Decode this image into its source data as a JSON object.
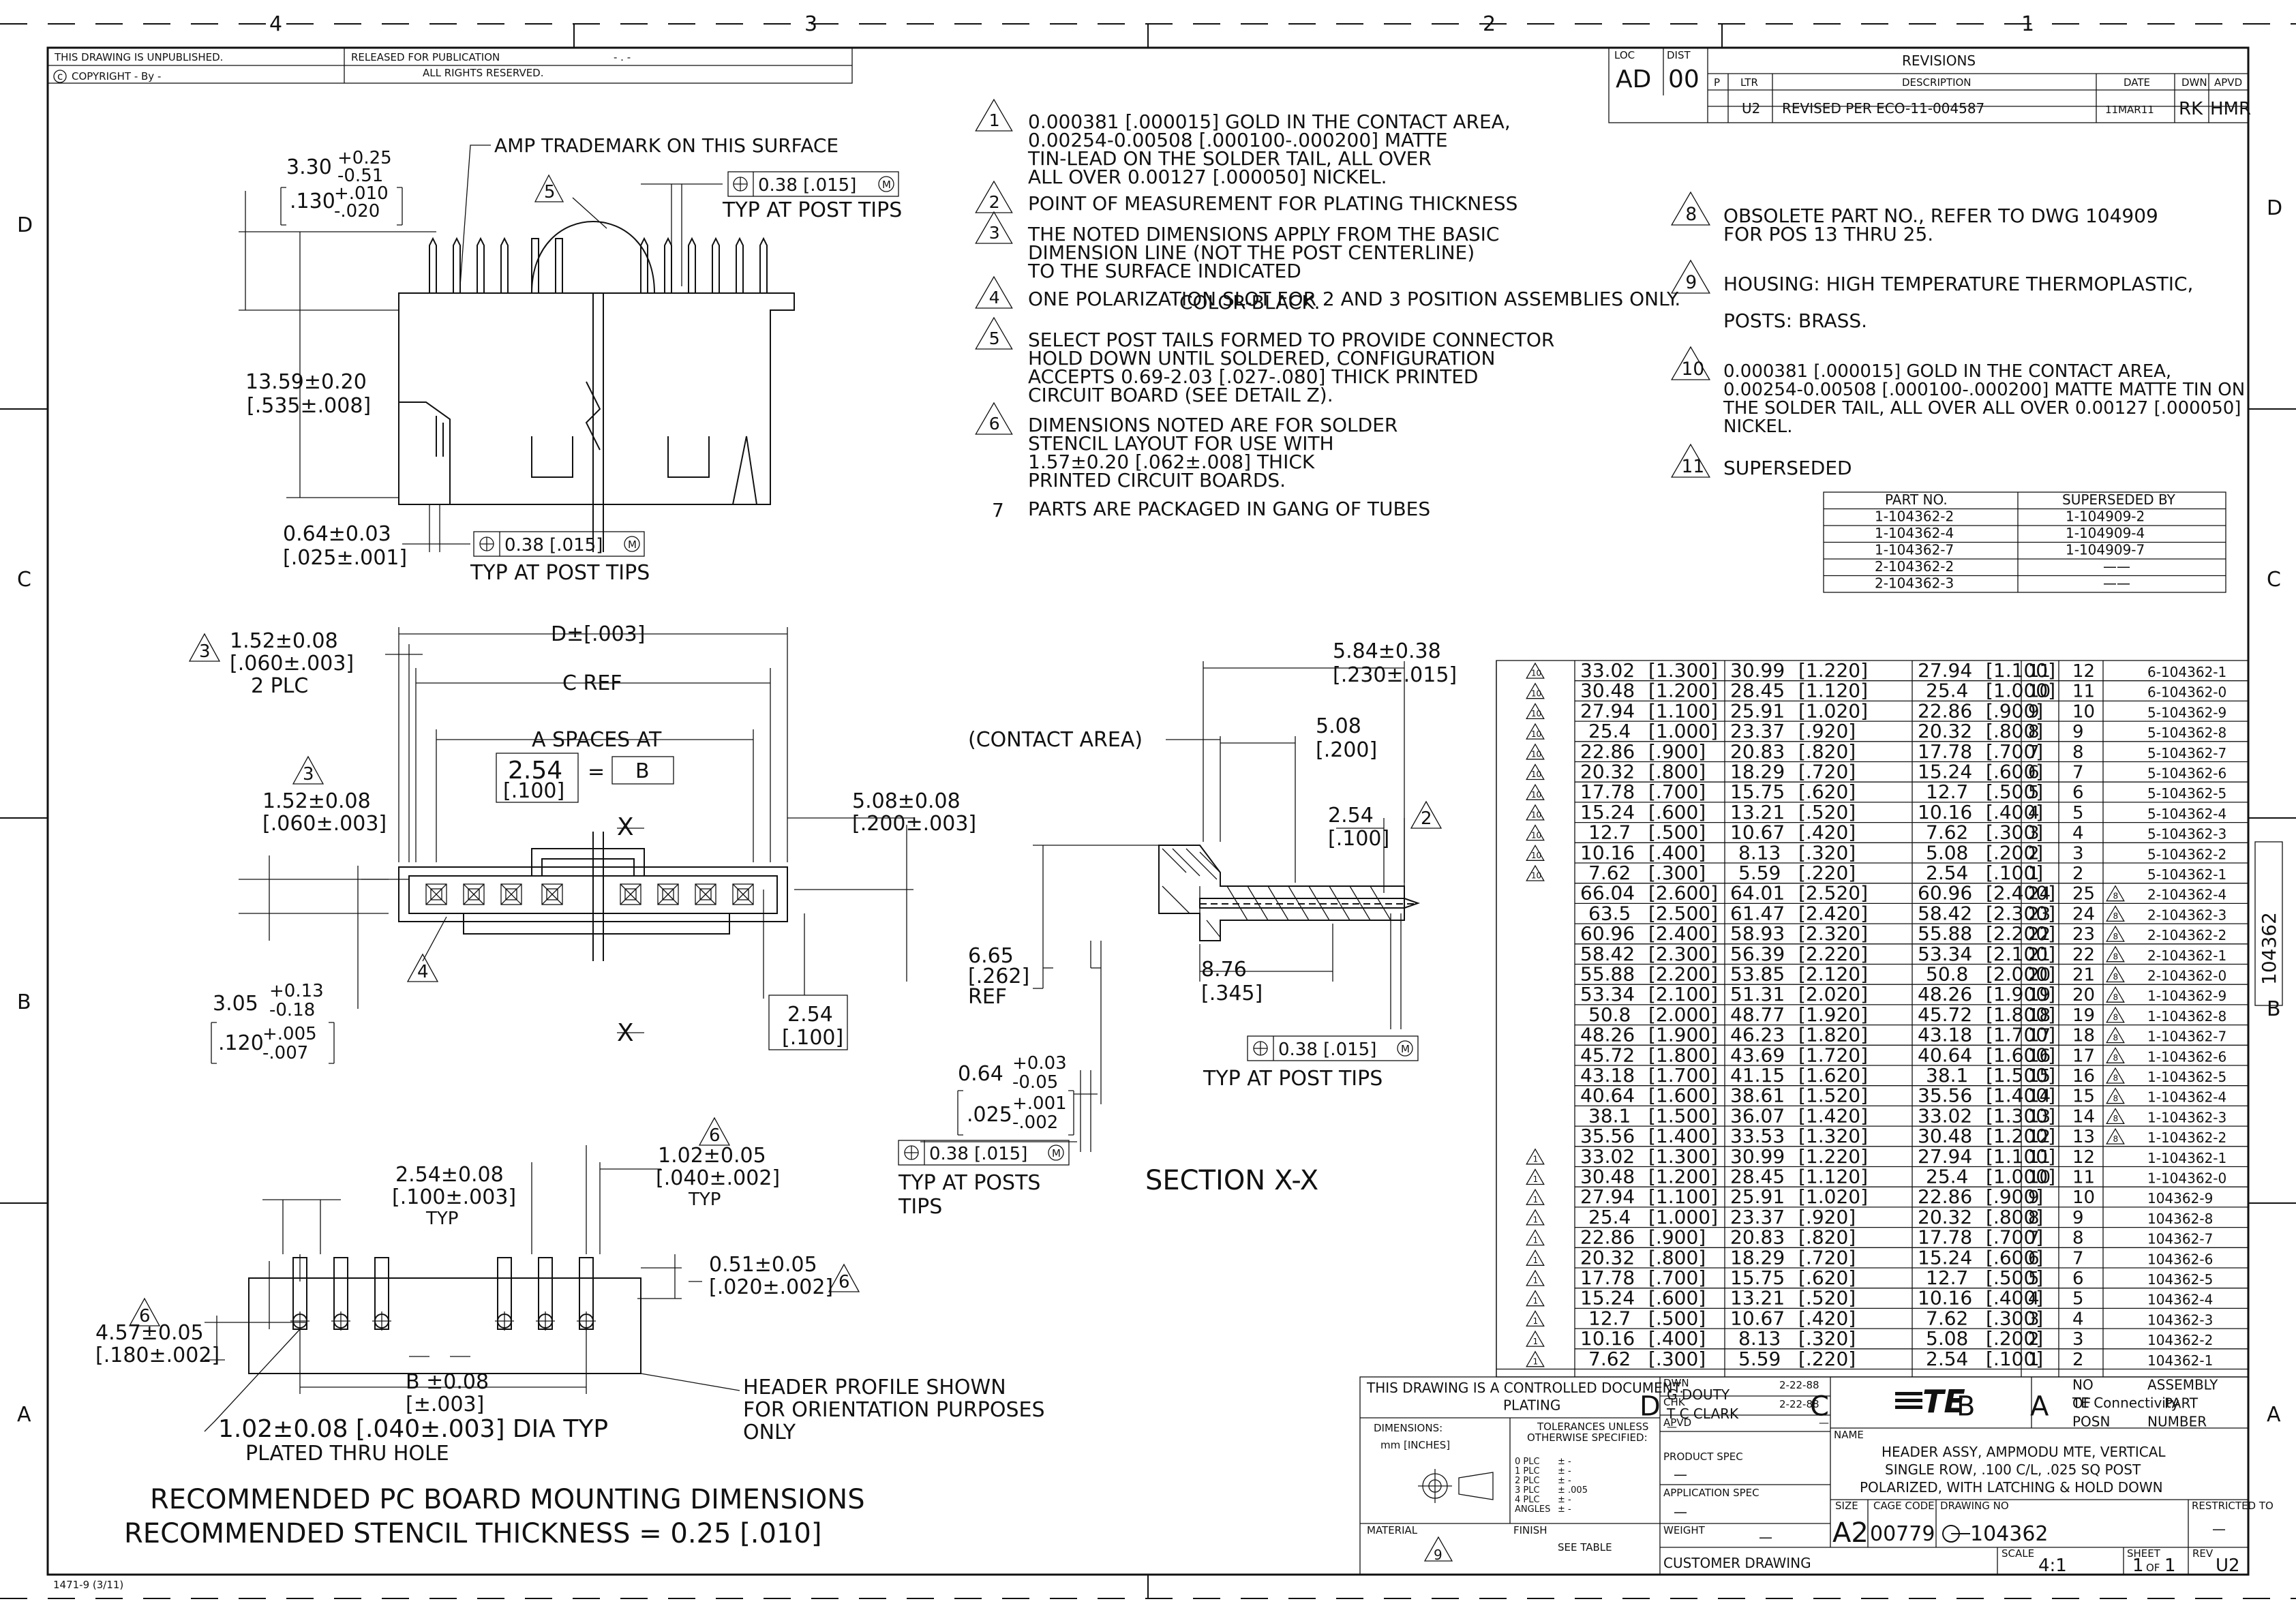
{
  "border": {
    "zones_top": [
      "4",
      "3",
      "2",
      "1"
    ],
    "zones_side": [
      "D",
      "C",
      "B",
      "A"
    ],
    "form_id": "1471-9 (3/11)"
  },
  "header_block": {
    "unpublished": "THIS DRAWING IS UNPUBLISHED.",
    "released": "RELEASED FOR PUBLICATION",
    "dash": "- . -",
    "copyright": "COPYRIGHT  -    By -",
    "rights": "ALL RIGHTS RESERVED."
  },
  "revisions": {
    "loc_label": "LOC",
    "loc": "AD",
    "dist_label": "DIST",
    "dist": "00",
    "title": "REVISIONS",
    "headers": [
      "P",
      "LTR",
      "DESCRIPTION",
      "DATE",
      "DWN",
      "APVD"
    ],
    "row": {
      "ltr": "U2",
      "desc": "REVISED PER ECO-11-004587",
      "date": "11MAR11",
      "dwn": "RK",
      "apvd": "HMR"
    }
  },
  "notes": [
    {
      "num": "1",
      "lines": [
        "0.000381 [.000015] GOLD IN THE CONTACT AREA,",
        "0.00254-0.00508 [.000100-.000200] MATTE",
        "TIN-LEAD ON THE SOLDER TAIL, ALL OVER",
        "ALL OVER 0.00127 [.000050] NICKEL."
      ]
    },
    {
      "num": "2",
      "lines": [
        "POINT OF MEASUREMENT FOR PLATING THICKNESS"
      ]
    },
    {
      "num": "3",
      "lines": [
        "THE NOTED DIMENSIONS APPLY FROM THE BASIC",
        "DIMENSION LINE (NOT THE POST CENTERLINE)",
        "TO THE SURFACE INDICATED"
      ]
    },
    {
      "num": "4",
      "lines": [
        "ONE POLARIZATION SLOT FOR 2 AND 3 POSITION ASSEMBLIES ONLY."
      ]
    },
    {
      "num": "5",
      "lines": [
        "SELECT POST TAILS FORMED TO PROVIDE CONNECTOR",
        "HOLD DOWN UNTIL SOLDERED, CONFIGURATION",
        "ACCEPTS 0.69-2.03 [.027-.080] THICK PRINTED",
        "CIRCUIT BOARD (SEE DETAIL Z)."
      ]
    },
    {
      "num": "6",
      "lines": [
        "DIMENSIONS NOTED ARE FOR SOLDER",
        "STENCIL LAYOUT FOR USE WITH",
        "1.57±0.20 [.062±.008] THICK",
        "PRINTED CIRCUIT BOARDS."
      ]
    },
    {
      "num": "7",
      "lines": [
        "PARTS ARE PACKAGED IN GANG OF TUBES"
      ]
    }
  ],
  "notes_right": [
    {
      "num": "8",
      "lines": [
        "OBSOLETE PART NO., REFER TO DWG 104909",
        "FOR POS 13 THRU 25."
      ]
    },
    {
      "num": "9",
      "lines": [
        "HOUSING: HIGH TEMPERATURE THERMOPLASTIC,",
        "COLOR-BLACK.",
        "POSTS: BRASS."
      ]
    },
    {
      "num": "10",
      "lines": [
        "0.000381 [.000015] GOLD IN THE CONTACT AREA,",
        "0.00254-0.00508 [.000100-.000200] MATTE MATTE TIN ON",
        "THE SOLDER TAIL, ALL OVER ALL OVER 0.00127 [.000050]",
        "NICKEL."
      ]
    },
    {
      "num": "11",
      "lines": [
        "SUPERSEDED"
      ]
    }
  ],
  "superseded_table": {
    "headers": [
      "PART NO.",
      "SUPERSEDED BY"
    ],
    "rows": [
      [
        "1-104362-2",
        "1-104909-2"
      ],
      [
        "1-104362-4",
        "1-104909-4"
      ],
      [
        "1-104362-7",
        "1-104909-7"
      ],
      [
        "2-104362-2",
        "——"
      ],
      [
        "2-104362-3",
        "——"
      ]
    ]
  },
  "side_tab": "104362",
  "part_table": {
    "rows": [
      [
        "10",
        "33.02",
        "[1.300]",
        "30.99",
        "[1.220]",
        "27.94",
        "[1.100]",
        "11",
        "12",
        "",
        "6-104362-1"
      ],
      [
        "10",
        "30.48",
        "[1.200]",
        "28.45",
        "[1.120]",
        "25.4",
        "[1.000]",
        "10",
        "11",
        "",
        "6-104362-0"
      ],
      [
        "10",
        "27.94",
        "[1.100]",
        "25.91",
        "[1.020]",
        "22.86",
        "[.900]",
        "9",
        "10",
        "",
        "5-104362-9"
      ],
      [
        "10",
        "25.4",
        "[1.000]",
        "23.37",
        "[.920]",
        "20.32",
        "[.800]",
        "8",
        "9",
        "",
        "5-104362-8"
      ],
      [
        "10",
        "22.86",
        "[.900]",
        "20.83",
        "[.820]",
        "17.78",
        "[.700]",
        "7",
        "8",
        "",
        "5-104362-7"
      ],
      [
        "10",
        "20.32",
        "[.800]",
        "18.29",
        "[.720]",
        "15.24",
        "[.600]",
        "6",
        "7",
        "",
        "5-104362-6"
      ],
      [
        "10",
        "17.78",
        "[.700]",
        "15.75",
        "[.620]",
        "12.7",
        "[.500]",
        "5",
        "6",
        "",
        "5-104362-5"
      ],
      [
        "10",
        "15.24",
        "[.600]",
        "13.21",
        "[.520]",
        "10.16",
        "[.400]",
        "4",
        "5",
        "",
        "5-104362-4"
      ],
      [
        "10",
        "12.7",
        "[.500]",
        "10.67",
        "[.420]",
        "7.62",
        "[.300]",
        "3",
        "4",
        "",
        "5-104362-3"
      ],
      [
        "10",
        "10.16",
        "[.400]",
        "8.13",
        "[.320]",
        "5.08",
        "[.200]",
        "2",
        "3",
        "",
        "5-104362-2"
      ],
      [
        "10",
        "7.62",
        "[.300]",
        "5.59",
        "[.220]",
        "2.54",
        "[.100]",
        "1",
        "2",
        "",
        "5-104362-1"
      ],
      [
        "",
        "66.04",
        "[2.600]",
        "64.01",
        "[2.520]",
        "60.96",
        "[2.400]",
        "24",
        "25",
        "8",
        "2-104362-4"
      ],
      [
        "",
        "63.5",
        "[2.500]",
        "61.47",
        "[2.420]",
        "58.42",
        "[2.300]",
        "23",
        "24",
        "8",
        "2-104362-3"
      ],
      [
        "",
        "60.96",
        "[2.400]",
        "58.93",
        "[2.320]",
        "55.88",
        "[2.200]",
        "22",
        "23",
        "8",
        "2-104362-2"
      ],
      [
        "",
        "58.42",
        "[2.300]",
        "56.39",
        "[2.220]",
        "53.34",
        "[2.100]",
        "21",
        "22",
        "8",
        "2-104362-1"
      ],
      [
        "",
        "55.88",
        "[2.200]",
        "53.85",
        "[2.120]",
        "50.8",
        "[2.000]",
        "20",
        "21",
        "8",
        "2-104362-0"
      ],
      [
        "",
        "53.34",
        "[2.100]",
        "51.31",
        "[2.020]",
        "48.26",
        "[1.900]",
        "19",
        "20",
        "8",
        "1-104362-9"
      ],
      [
        "",
        "50.8",
        "[2.000]",
        "48.77",
        "[1.920]",
        "45.72",
        "[1.800]",
        "18",
        "19",
        "8",
        "1-104362-8"
      ],
      [
        "",
        "48.26",
        "[1.900]",
        "46.23",
        "[1.820]",
        "43.18",
        "[1.700]",
        "17",
        "18",
        "8",
        "1-104362-7"
      ],
      [
        "",
        "45.72",
        "[1.800]",
        "43.69",
        "[1.720]",
        "40.64",
        "[1.600]",
        "16",
        "17",
        "8",
        "1-104362-6"
      ],
      [
        "",
        "43.18",
        "[1.700]",
        "41.15",
        "[1.620]",
        "38.1",
        "[1.500]",
        "15",
        "16",
        "8",
        "1-104362-5"
      ],
      [
        "",
        "40.64",
        "[1.600]",
        "38.61",
        "[1.520]",
        "35.56",
        "[1.400]",
        "14",
        "15",
        "8",
        "1-104362-4"
      ],
      [
        "",
        "38.1",
        "[1.500]",
        "36.07",
        "[1.420]",
        "33.02",
        "[1.300]",
        "13",
        "14",
        "8",
        "1-104362-3"
      ],
      [
        "",
        "35.56",
        "[1.400]",
        "33.53",
        "[1.320]",
        "30.48",
        "[1.200]",
        "12",
        "13",
        "8",
        "1-104362-2"
      ],
      [
        "1",
        "33.02",
        "[1.300]",
        "30.99",
        "[1.220]",
        "27.94",
        "[1.100]",
        "11",
        "12",
        "",
        "1-104362-1"
      ],
      [
        "1",
        "30.48",
        "[1.200]",
        "28.45",
        "[1.120]",
        "25.4",
        "[1.000]",
        "10",
        "11",
        "",
        "1-104362-0"
      ],
      [
        "1",
        "27.94",
        "[1.100]",
        "25.91",
        "[1.020]",
        "22.86",
        "[.900]",
        "9",
        "10",
        "",
        "104362-9"
      ],
      [
        "1",
        "25.4",
        "[1.000]",
        "23.37",
        "[.920]",
        "20.32",
        "[.800]",
        "8",
        "9",
        "",
        "104362-8"
      ],
      [
        "1",
        "22.86",
        "[.900]",
        "20.83",
        "[.820]",
        "17.78",
        "[.700]",
        "7",
        "8",
        "",
        "104362-7"
      ],
      [
        "1",
        "20.32",
        "[.800]",
        "18.29",
        "[.720]",
        "15.24",
        "[.600]",
        "6",
        "7",
        "",
        "104362-6"
      ],
      [
        "1",
        "17.78",
        "[.700]",
        "15.75",
        "[.620]",
        "12.7",
        "[.500]",
        "5",
        "6",
        "",
        "104362-5"
      ],
      [
        "1",
        "15.24",
        "[.600]",
        "13.21",
        "[.520]",
        "10.16",
        "[.400]",
        "4",
        "5",
        "",
        "104362-4"
      ],
      [
        "1",
        "12.7",
        "[.500]",
        "10.67",
        "[.420]",
        "7.62",
        "[.300]",
        "3",
        "4",
        "",
        "104362-3"
      ],
      [
        "1",
        "10.16",
        "[.400]",
        "8.13",
        "[.320]",
        "5.08",
        "[.200]",
        "2",
        "3",
        "",
        "104362-2"
      ],
      [
        "1",
        "7.62",
        "[.300]",
        "5.59",
        "[.220]",
        "2.54",
        "[.100]",
        "1",
        "2",
        "",
        "104362-1"
      ]
    ],
    "footer": {
      "plating": "PLATING",
      "d": "D",
      "c": "C",
      "b": "B",
      "a": "A",
      "no": [
        "NO",
        "OF",
        "POSN"
      ],
      "asm": [
        "ASSEMBLY",
        "PART",
        "NUMBER"
      ]
    }
  },
  "title_block": {
    "controlled": "THIS DRAWING IS A CONTROLLED DOCUMENT.",
    "dwn_label": "DWN",
    "dwn": "G DOUTY",
    "dwn_date": "2-22-88",
    "chk_label": "CHK",
    "chk": "T C CLARK",
    "chk_date": "2-22-88",
    "apvd_label": "APVD",
    "apvd": "—",
    "apvd_dash": "—",
    "prod_spec": "PRODUCT SPEC",
    "prod_dash": "—",
    "app_spec": "APPLICATION SPEC",
    "app_dash": "—",
    "weight": "WEIGHT",
    "weight_dash": "—",
    "dims": "DIMENSIONS:",
    "dims_unit": "mm [INCHES]",
    "tol_head": [
      "TOLERANCES UNLESS",
      "OTHERWISE SPECIFIED:"
    ],
    "tol_rows": [
      "0 PLC",
      "1 PLC",
      "2 PLC",
      "3 PLC",
      "4 PLC",
      "ANGLES"
    ],
    "tol_vals": [
      "± -",
      "± -",
      "± -",
      "± .005",
      "± -",
      "± -"
    ],
    "material": "MATERIAL",
    "finish": "FINISH",
    "see_table": "SEE TABLE",
    "mat_note": "9",
    "company": "TE Connectivity",
    "logo": "TE",
    "name_label": "NAME",
    "name": [
      "HEADER ASSY, AMPMODU MTE, VERTICAL",
      "SINGLE ROW, .100 C/L, .025 SQ POST",
      "POLARIZED, WITH LATCHING & HOLD DOWN"
    ],
    "size_label": "SIZE",
    "size": "A2",
    "cage_label": "CAGE CODE",
    "cage": "00779",
    "dwgno_label": "DRAWING NO",
    "dwgno": "104362",
    "restricted": "RESTRICTED TO",
    "restricted_dash": "—",
    "customer": "CUSTOMER DRAWING",
    "scale_label": "SCALE",
    "scale": "4:1",
    "sheet_label": "SHEET",
    "sheet": "1",
    "of": "OF",
    "sheets": "1",
    "rev_label": "REV",
    "rev": "U2"
  },
  "callouts": {
    "top_dim": "3.30",
    "top_tol_p": "+0.25",
    "top_tol_m": "-0.51",
    "top_in": ".130",
    "top_in_p": "+.010",
    "top_in_m": "-.020",
    "amp": "AMP TRADEMARK ON THIS SURFACE",
    "n5": "5",
    "pos1": "0.38 [.015]",
    "posM": "M",
    "typ_posts": "TYP AT POST TIPS",
    "h1": "13.59±0.20",
    "h1i": "[.535±.008]",
    "w1": "0.64±0.03",
    "w1i": "[.025±.001]",
    "pos2": "0.38 [.015]",
    "typ_posts2": "TYP AT POST TIPS",
    "d_dim": "D±[.003]",
    "c_ref": "C REF",
    "n3a": "3",
    "plc1": "1.52±0.08",
    "plc1i": "[.060±.003]",
    "plc2": "2 PLC",
    "a_spaces": "A SPACES AT",
    "sp1": "2.54",
    "sp1i": "[.100]",
    "eq": "=",
    "b": "B",
    "n3b": "3",
    "plc3": "1.52±0.08",
    "plc3i": "[.060±.003]",
    "d508": "5.08±0.08",
    "d508i": "[.200±.003]",
    "x1": "X",
    "x2": "X",
    "d305": "3.05",
    "d305p": "+0.13",
    "d305m": "-0.18",
    "d120": ".120",
    "d120p": "+.005",
    "d120m": "-.007",
    "n4": "4",
    "d254b": "2.54",
    "d254bi": "[.100]",
    "d584": "5.84±0.38",
    "d584i": "[.230±.015]",
    "contact": "(CONTACT AREA)",
    "d508b": "5.08",
    "d508bi": "[.200]",
    "d254c": "2.54",
    "d254ci": "[.100]",
    "n2": "2",
    "d665": "6.65",
    "d665i": "[.262]",
    "ref": "REF",
    "d876": "8.76",
    "d876i": "[.345]",
    "pos3": "0.38 [.015]",
    "typ_posts3": "TYP AT POST TIPS",
    "d064": "0.64",
    "d064p": "+0.03",
    "d064m": "-0.05",
    "d025": ".025",
    "d025p": "+.001",
    "d025m": "-.002",
    "pos4": "0.38 [.015]",
    "typ_posts4a": "TYP AT POSTS",
    "typ_posts4b": "TIPS",
    "section": "SECTION X-X",
    "n6a": "6",
    "d102": "1.02±0.05",
    "d102i": "[.040±.002]",
    "typ1": "TYP",
    "d254d": "2.54±0.08",
    "d254di": "[.100±.003]",
    "typ2": "TYP",
    "d051": "0.51±0.05",
    "d051i": "[.020±.002]",
    "n6b": "6",
    "n6c": "6",
    "d457": "4.57±0.05",
    "d457i": "[.180±.002]",
    "b008": "B ±0.08",
    "b008i": "[±.003]",
    "hdr1": "HEADER PROFILE SHOWN",
    "hdr2": "FOR ORIENTATION PURPOSES",
    "hdr3": "ONLY",
    "hole1": "1.02±0.08 [.040±.003] DIA TYP",
    "hole2": "PLATED THRU HOLE",
    "rec1": "RECOMMENDED PC BOARD MOUNTING DIMENSIONS",
    "rec2": "RECOMMENDED STENCIL THICKNESS = 0.25 [.010]"
  }
}
